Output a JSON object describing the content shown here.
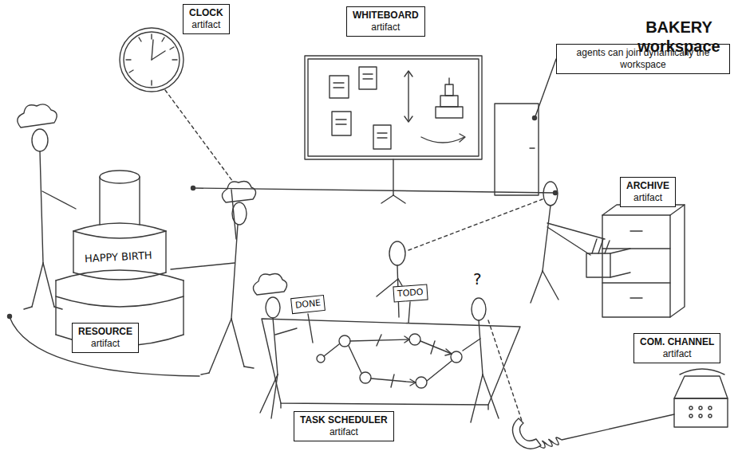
{
  "diagram": {
    "title": "BAKERY workspace",
    "nodes": [
      {
        "text": [
          "CLOCK",
          "artifact"
        ]
      },
      {
        "text": [
          "WHITEBOARD",
          "artifact"
        ]
      },
      {
        "text": [
          "agents can join dynamically the workspace"
        ]
      },
      {
        "text": [
          "ARCHIVE",
          "artifact"
        ]
      },
      {
        "text": [
          "DONE"
        ]
      },
      {
        "text": [
          "TODO"
        ]
      },
      {
        "text": [
          "RESOURCE",
          "artifact"
        ]
      },
      {
        "text": [
          "COM. CHANNEL",
          "artifact"
        ]
      },
      {
        "text": [
          "TASK SCHEDULER",
          "artifact"
        ]
      }
    ],
    "labels": [
      "HAPPY BIRTH",
      "?"
    ]
  }
}
